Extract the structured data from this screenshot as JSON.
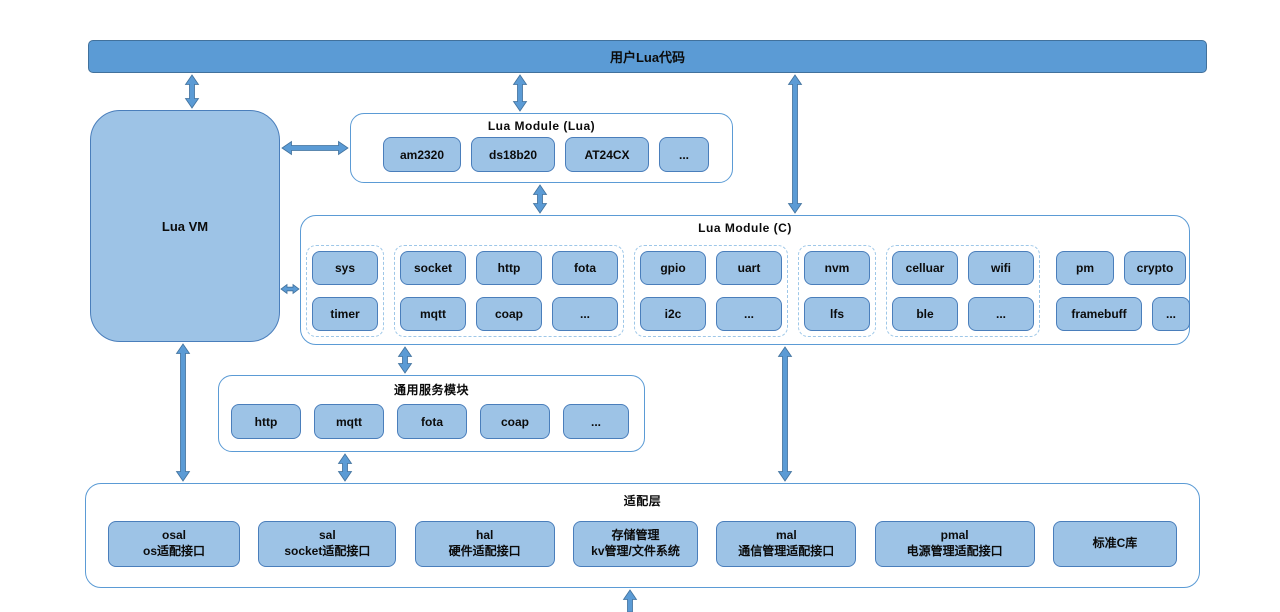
{
  "top_bar": {
    "label": "用户Lua代码"
  },
  "lua_vm": {
    "label": "Lua VM"
  },
  "lua_module_lua": {
    "title": "Lua Module (Lua)",
    "chips": [
      "am2320",
      "ds18b20",
      "AT24CX",
      "..."
    ]
  },
  "lua_module_c": {
    "title": "Lua Module (C)",
    "groups": [
      {
        "dashed": true,
        "rows": [
          [
            "sys"
          ],
          [
            "timer"
          ]
        ]
      },
      {
        "dashed": true,
        "rows": [
          [
            "socket",
            "http",
            "fota"
          ],
          [
            "mqtt",
            "coap",
            "..."
          ]
        ]
      },
      {
        "dashed": true,
        "rows": [
          [
            "gpio",
            "uart"
          ],
          [
            "i2c",
            "..."
          ]
        ]
      },
      {
        "dashed": true,
        "rows": [
          [
            "nvm"
          ],
          [
            "lfs"
          ]
        ]
      },
      {
        "dashed": true,
        "rows": [
          [
            "celluar",
            "wifi"
          ],
          [
            "ble",
            "..."
          ]
        ]
      },
      {
        "dashed": false,
        "rows": [
          [
            "pm",
            "crypto"
          ],
          [
            "framebuff",
            "..."
          ]
        ]
      }
    ]
  },
  "common_service": {
    "title": "通用服务模块",
    "chips": [
      "http",
      "mqtt",
      "fota",
      "coap",
      "..."
    ]
  },
  "adapter_layer": {
    "title": "适配层",
    "chips": [
      {
        "line1": "osal",
        "line2": "os适配接口"
      },
      {
        "line1": "sal",
        "line2": "socket适配接口"
      },
      {
        "line1": "hal",
        "line2": "硬件适配接口"
      },
      {
        "line1": "存储管理",
        "line2": "kv管理/文件系统"
      },
      {
        "line1": "mal",
        "line2": "通信管理适配接口"
      },
      {
        "line1": "pmal",
        "line2": "电源管理适配接口"
      },
      {
        "line1": "标准C库",
        "line2": ""
      }
    ]
  },
  "colors": {
    "bar_fill": "#5b9bd5",
    "bar_edge": "#41719c",
    "box_edge": "#5b9bd5",
    "chip_fill": "#9dc3e6",
    "chip_edge": "#4a7ebb",
    "dash_edge": "#9ec7e8",
    "arrow_fill": "#5b9bd5",
    "arrow_edge": "#41719c"
  }
}
